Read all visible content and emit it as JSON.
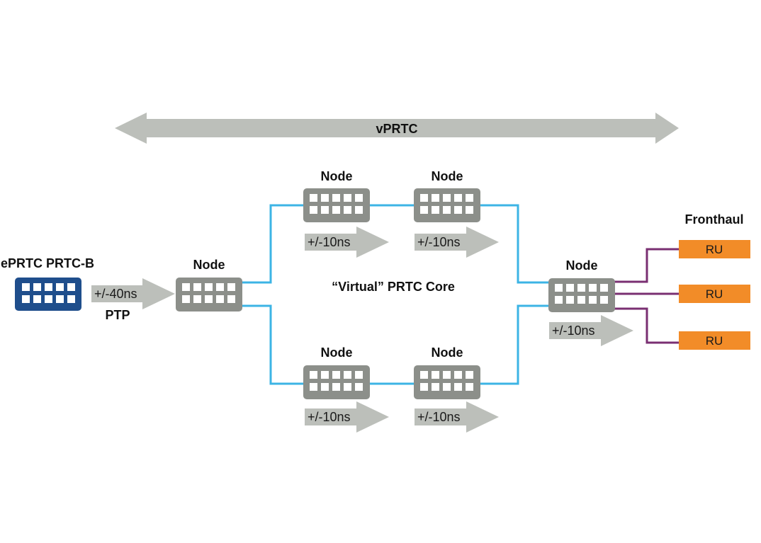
{
  "colors": {
    "grey_arrow": "#bcbfba",
    "node_grey": "#8c8f8a",
    "eprtc_blue": "#1f4e8c",
    "link_blue": "#3cb4e5",
    "fronthaul_purple": "#7a2f72",
    "ru_orange": "#f28c28",
    "port_white": "#ffffff"
  },
  "vprtc": {
    "label": "vPRTC"
  },
  "eprtc": {
    "label": "ePRTC PRTC-B",
    "arrow_label": "+/-40ns",
    "protocol_label": "PTP"
  },
  "core_label": "“Virtual” PRTC Core",
  "nodes": {
    "ingress": {
      "label": "Node"
    },
    "top_left": {
      "label": "Node",
      "arrow_label": "+/-10ns"
    },
    "top_right": {
      "label": "Node",
      "arrow_label": "+/-10ns"
    },
    "bottom_left": {
      "label": "Node",
      "arrow_label": "+/-10ns"
    },
    "bottom_right": {
      "label": "Node",
      "arrow_label": "+/-10ns"
    },
    "egress": {
      "label": "Node",
      "arrow_label": "+/-10ns"
    }
  },
  "fronthaul": {
    "label": "Fronthaul",
    "rus": [
      {
        "label": "RU"
      },
      {
        "label": "RU"
      },
      {
        "label": "RU"
      }
    ]
  }
}
